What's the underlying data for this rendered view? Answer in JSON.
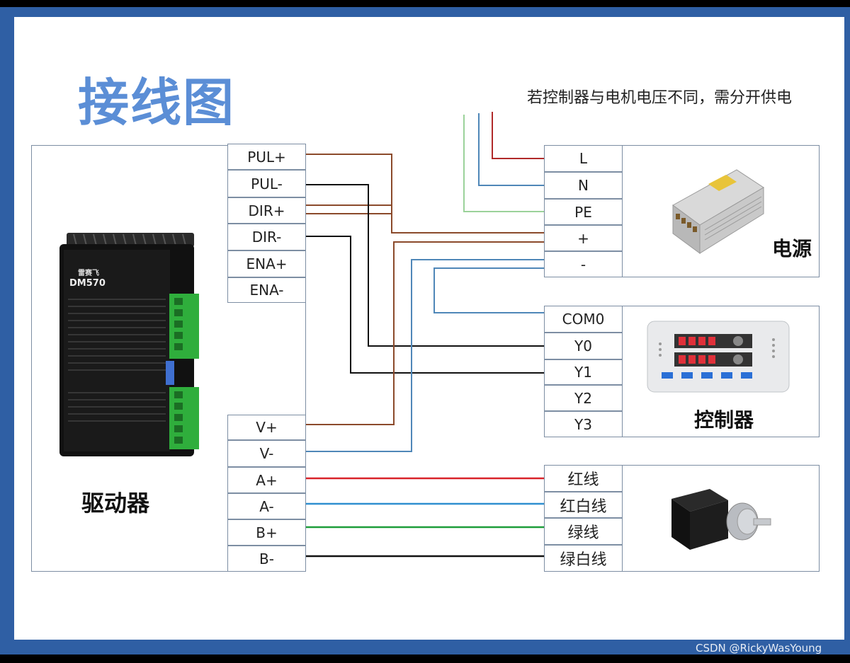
{
  "title": "接线图",
  "note": "若控制器与电机电压不同，需分开供电",
  "driver": {
    "label": "驱动器",
    "brand": "雷赛飞",
    "model": "DM570",
    "terminals_top": [
      "PUL+",
      "PUL-",
      "DIR+",
      "DIR-",
      "ENA+",
      "ENA-"
    ],
    "terminals_bottom": [
      "V+",
      "V-",
      "A+",
      "A-",
      "B+",
      "B-"
    ]
  },
  "power": {
    "label": "电源",
    "terminals": [
      "L",
      "N",
      "PE",
      "+",
      "-"
    ]
  },
  "controller": {
    "label": "控制器",
    "terminals": [
      "COM0",
      "Y0",
      "Y1",
      "Y2",
      "Y3"
    ]
  },
  "motor": {
    "terminals": [
      "红线",
      "红白线",
      "绿线",
      "绿白线"
    ]
  },
  "watermark": "CSDN @RickyWasYoung",
  "colors": {
    "frame_blue": "#2f5fa4",
    "title_blue": "#5b8ed6",
    "wire_brown": "#8b4a2b",
    "wire_black": "#111111",
    "wire_blue": "#4f87b8",
    "wire_red": "#d9232a",
    "wire_lightblue": "#2f8fd0",
    "wire_green": "#1e9e3a",
    "wire_lightgreen": "#9bd29a",
    "wire_darkred": "#b02a2a"
  }
}
